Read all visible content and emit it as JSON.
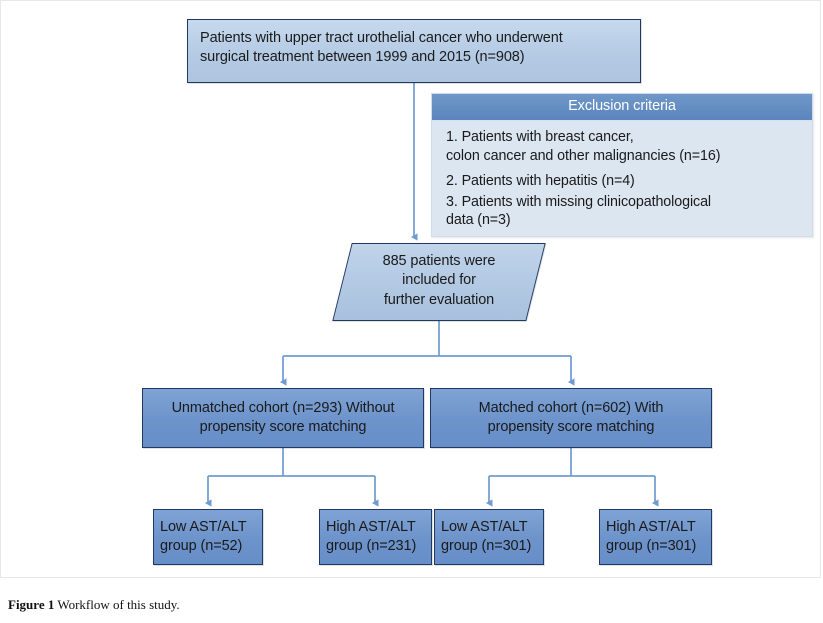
{
  "figure": {
    "caption_label": "Figure 1",
    "caption_text": " Workflow of this study."
  },
  "colors": {
    "light_blue_fill": "#b5cbe4",
    "medium_blue_fill": "#6d93cb",
    "header_blue": "#5b85bd",
    "panel_light": "#dce6f1",
    "border_navy": "#1f3864",
    "connector_blue": "#6f9bd1"
  },
  "flow": {
    "source": {
      "line1": "Patients with upper tract urothelial cancer who underwent",
      "line2": "surgical treatment between 1999 and 2015 (n=908)"
    },
    "exclusion": {
      "title": "Exclusion criteria",
      "items": [
        {
          "line1": "1. Patients with breast cancer,",
          "line2": "colon cancer and other malignancies (n=16)"
        },
        {
          "line1": "2. Patients with hepatitis (n=4)",
          "line2": ""
        },
        {
          "line1": "3. Patients with missing clinicopathological",
          "line2": "data (n=3)"
        }
      ]
    },
    "included": {
      "line1": "885 patients were",
      "line2": "included for",
      "line3": "further evaluation"
    },
    "cohorts": [
      {
        "name": "unmatched-cohort",
        "line1": "Unmatched cohort (n=293) Without",
        "line2": "propensity score matching"
      },
      {
        "name": "matched-cohort",
        "line1": "Matched cohort (n=602) With",
        "line2": "propensity score matching"
      }
    ],
    "groups": [
      {
        "name": "unmatched-low",
        "line1": "Low AST/ALT",
        "line2": "group (n=52)"
      },
      {
        "name": "unmatched-high",
        "line1": "High AST/ALT",
        "line2": "group (n=231)"
      },
      {
        "name": "matched-low",
        "line1": "Low AST/ALT",
        "line2": "group (n=301)"
      },
      {
        "name": "matched-high",
        "line1": "High AST/ALT",
        "line2": "group (n=301)"
      }
    ]
  }
}
